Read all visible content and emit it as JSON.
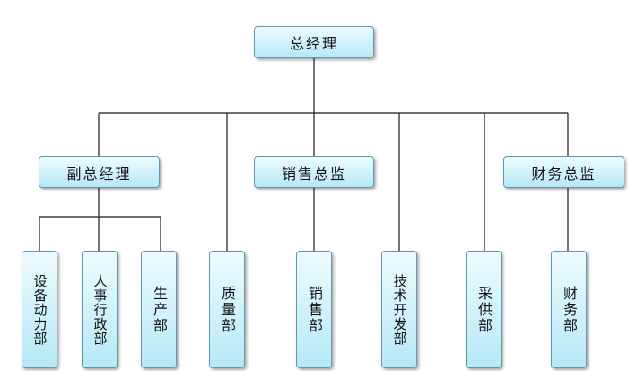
{
  "org_chart": {
    "top": {
      "label": "总经理"
    },
    "level2": [
      {
        "key": "vgm",
        "label": "副总经理"
      },
      {
        "key": "sales_director",
        "label": "销售总监"
      },
      {
        "key": "finance_director",
        "label": "财务总监"
      }
    ],
    "departments": [
      {
        "key": "equipment",
        "label": "设备动力部",
        "reports_to": "副总经理"
      },
      {
        "key": "admin",
        "label": "人事行政部",
        "reports_to": "副总经理"
      },
      {
        "key": "production",
        "label": "生产部",
        "reports_to": "副总经理"
      },
      {
        "key": "quality",
        "label": "质量部",
        "reports_to": "总经理"
      },
      {
        "key": "sales",
        "label": "销售部",
        "reports_to": "销售总监"
      },
      {
        "key": "tech",
        "label": "技术开发部",
        "reports_to": "总经理"
      },
      {
        "key": "purchasing",
        "label": "采供部",
        "reports_to": "总经理"
      },
      {
        "key": "finance",
        "label": "财务部",
        "reports_to": "财务总监"
      }
    ],
    "colors": {
      "box_fill_top": "#eefbfe",
      "box_fill_bottom": "#b7e8f6",
      "box_border": "#5f98b4",
      "connector": "#1a1a1a",
      "text": "#111111"
    }
  }
}
